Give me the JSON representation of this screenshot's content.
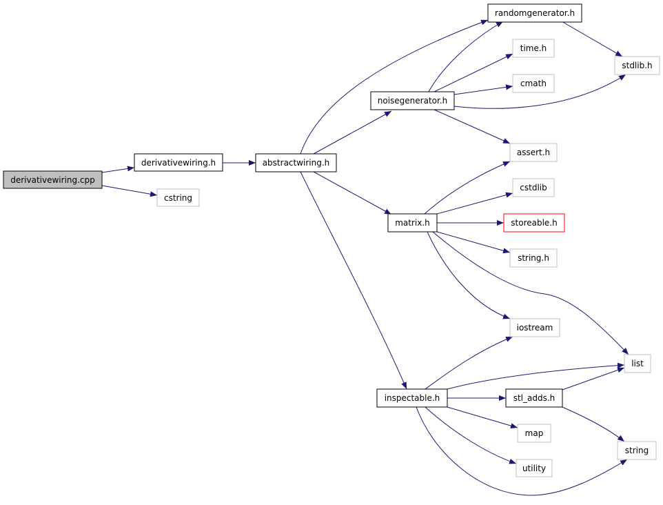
{
  "nodes": {
    "derivativewiring_cpp": {
      "label": "derivativewiring.cpp",
      "kind": "root"
    },
    "derivativewiring_h": {
      "label": "derivativewiring.h",
      "kind": "documented"
    },
    "cstring": {
      "label": "cstring",
      "kind": "system"
    },
    "abstractwiring_h": {
      "label": "abstractwiring.h",
      "kind": "documented"
    },
    "randomgenerator_h": {
      "label": "randomgenerator.h",
      "kind": "documented"
    },
    "noisegenerator_h": {
      "label": "noisegenerator.h",
      "kind": "documented"
    },
    "matrix_h": {
      "label": "matrix.h",
      "kind": "documented"
    },
    "inspectable_h": {
      "label": "inspectable.h",
      "kind": "documented"
    },
    "time_h": {
      "label": "time.h",
      "kind": "system"
    },
    "cmath": {
      "label": "cmath",
      "kind": "system"
    },
    "stdlib_h": {
      "label": "stdlib.h",
      "kind": "system"
    },
    "assert_h": {
      "label": "assert.h",
      "kind": "system"
    },
    "cstdlib": {
      "label": "cstdlib",
      "kind": "system"
    },
    "storeable_h": {
      "label": "storeable.h",
      "kind": "missing"
    },
    "string_h": {
      "label": "string.h",
      "kind": "system"
    },
    "iostream": {
      "label": "iostream",
      "kind": "system"
    },
    "list": {
      "label": "list",
      "kind": "system"
    },
    "stl_adds_h": {
      "label": "stl_adds.h",
      "kind": "documented"
    },
    "map": {
      "label": "map",
      "kind": "system"
    },
    "utility": {
      "label": "utility",
      "kind": "system"
    },
    "string": {
      "label": "string",
      "kind": "system"
    }
  },
  "edges": [
    [
      "derivativewiring_cpp",
      "derivativewiring_h"
    ],
    [
      "derivativewiring_cpp",
      "cstring"
    ],
    [
      "derivativewiring_h",
      "abstractwiring_h"
    ],
    [
      "abstractwiring_h",
      "randomgenerator_h"
    ],
    [
      "abstractwiring_h",
      "noisegenerator_h"
    ],
    [
      "abstractwiring_h",
      "matrix_h"
    ],
    [
      "abstractwiring_h",
      "inspectable_h"
    ],
    [
      "randomgenerator_h",
      "stdlib_h"
    ],
    [
      "noisegenerator_h",
      "randomgenerator_h"
    ],
    [
      "noisegenerator_h",
      "time_h"
    ],
    [
      "noisegenerator_h",
      "cmath"
    ],
    [
      "noisegenerator_h",
      "stdlib_h"
    ],
    [
      "noisegenerator_h",
      "assert_h"
    ],
    [
      "matrix_h",
      "assert_h"
    ],
    [
      "matrix_h",
      "cstdlib"
    ],
    [
      "matrix_h",
      "storeable_h"
    ],
    [
      "matrix_h",
      "string_h"
    ],
    [
      "matrix_h",
      "iostream"
    ],
    [
      "matrix_h",
      "list"
    ],
    [
      "inspectable_h",
      "iostream"
    ],
    [
      "inspectable_h",
      "list"
    ],
    [
      "inspectable_h",
      "stl_adds_h"
    ],
    [
      "inspectable_h",
      "map"
    ],
    [
      "inspectable_h",
      "utility"
    ],
    [
      "inspectable_h",
      "string"
    ],
    [
      "stl_adds_h",
      "list"
    ],
    [
      "stl_adds_h",
      "string"
    ]
  ],
  "colors": {
    "edge": "#191970",
    "root_fill": "#bfbfbf",
    "documented_border": "#000000",
    "system_border": "#bfbfbf",
    "missing_border": "#ff0000"
  }
}
